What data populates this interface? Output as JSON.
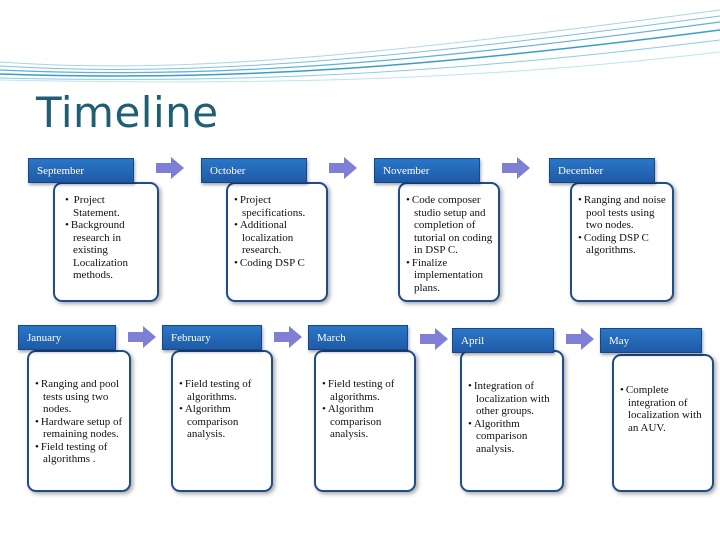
{
  "title": "Timeline",
  "row1": [
    {
      "month": "September",
      "items": [
        " Project Statement.",
        "Background research in existing Localization methods."
      ]
    },
    {
      "month": "October",
      "items": [
        "Project specifications.",
        "Additional localization research.",
        "Coding DSP C"
      ]
    },
    {
      "month": "November",
      "items": [
        "Code composer studio setup and completion of tutorial on coding in DSP C.",
        "Finalize implementation plans."
      ]
    },
    {
      "month": "December",
      "items": [
        "Ranging and noise pool tests using two nodes.",
        "Coding DSP C algorithms."
      ]
    }
  ],
  "row2": [
    {
      "month": "January",
      "items": [
        "Ranging and pool tests using two nodes.",
        "Hardware setup of remaining nodes.",
        "Field testing of algorithms ."
      ]
    },
    {
      "month": "February",
      "items": [
        "Field testing of algorithms.",
        "Algorithm comparison analysis."
      ]
    },
    {
      "month": "March",
      "items": [
        "Field testing of algorithms.",
        "Algorithm comparison analysis."
      ]
    },
    {
      "month": "April",
      "items": [
        "Integration of localization with other groups.",
        "Algorithm comparison analysis."
      ]
    },
    {
      "month": "May",
      "items": [
        "Complete integration of localization with an AUV."
      ]
    }
  ],
  "colors": {
    "header": "#1f5aa6",
    "border": "#1f4d8c",
    "arrow": "#7f7fd6",
    "title": "#1f5f73"
  }
}
